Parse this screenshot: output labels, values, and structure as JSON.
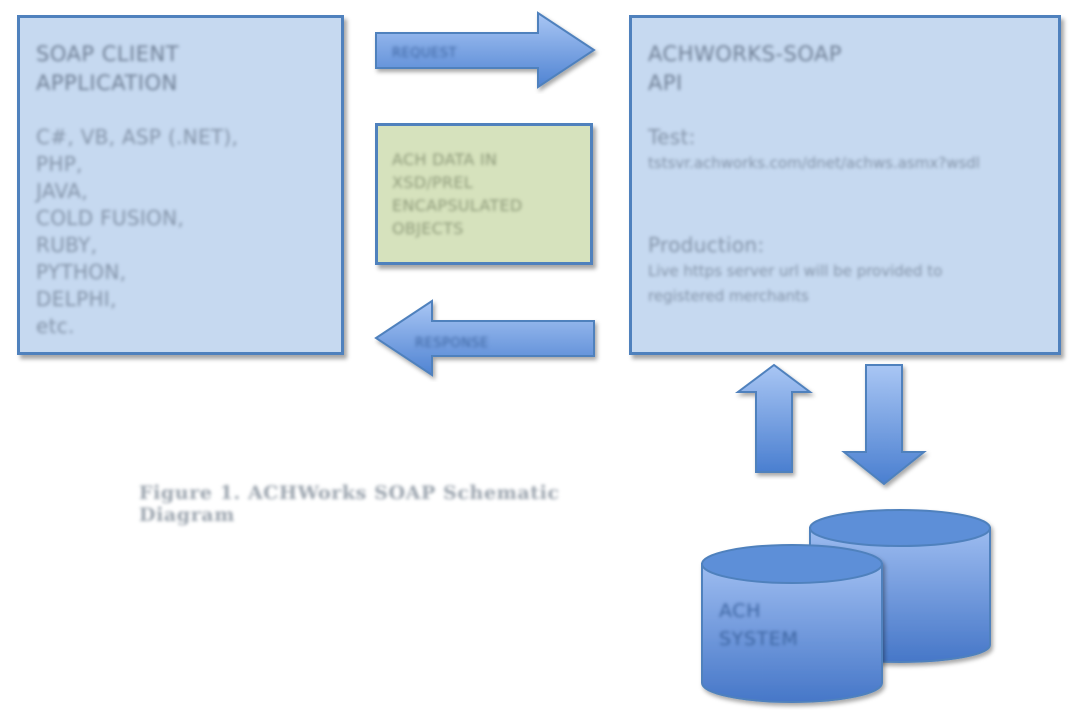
{
  "client": {
    "title_line1": "SOAP CLIENT",
    "title_line2": "APPLICATION",
    "languages": [
      "C#, VB, ASP (.NET),",
      "PHP,",
      "JAVA,",
      "COLD FUSION,",
      "RUBY,",
      "PYTHON,",
      "DELPHI,",
      "etc."
    ]
  },
  "request_arrow": {
    "label": "REQUEST"
  },
  "response_arrow": {
    "label": "RESPONSE"
  },
  "payload_note": {
    "lines": [
      "ACH DATA IN",
      "XSD/PREL",
      "ENCAPSULATED",
      "OBJECTS"
    ]
  },
  "api": {
    "title_line1": "ACHWORKS-SOAP",
    "title_line2": "API",
    "test_label": "Test:",
    "test_url": "tstsvr.achworks.com/dnet/achws.asmx?wsdl",
    "production_label": "Production:",
    "production_text_line1": "Live https server url will be provided to",
    "production_text_line2": "registered merchants"
  },
  "caption": "Figure 1. ACHWorks SOAP Schematic Diagram",
  "ach_system": {
    "line1": "ACH",
    "line2": "SYSTEM"
  },
  "colors": {
    "box_fill": "#c6d9f0",
    "box_border": "#4f81bd",
    "note_fill": "#d6e2bd",
    "arrow_light": "#a7c4f2",
    "arrow_dark": "#4f81bd"
  }
}
